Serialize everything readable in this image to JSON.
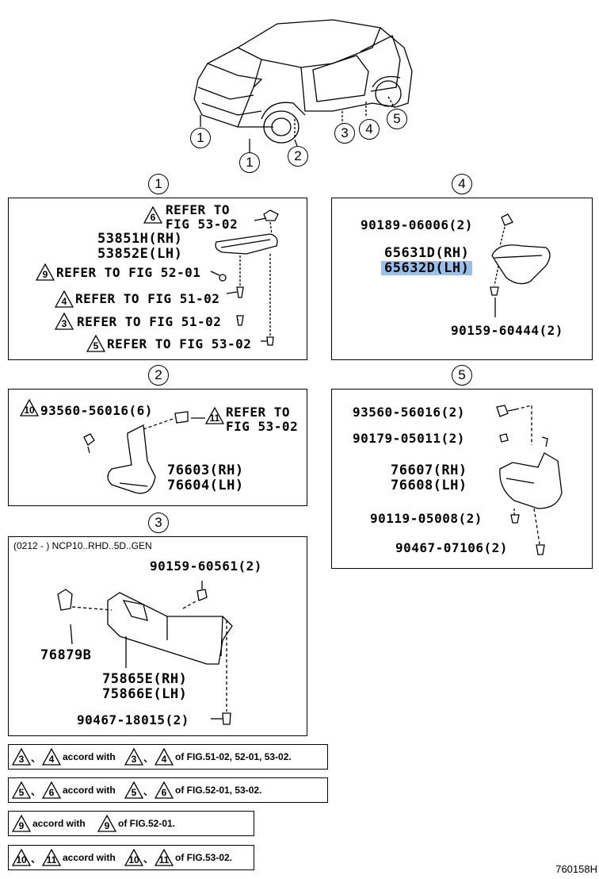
{
  "car_callouts": [
    "1",
    "1",
    "2",
    "3",
    "4",
    "5"
  ],
  "sections": {
    "s1": {
      "number": "1",
      "refer_6_line1": "REFER TO",
      "refer_6_line2": "FIG 53-02",
      "refer_6_tri": "6",
      "part_rh": "53851H(RH)",
      "part_lh": "53852E(LH)",
      "refer_9": "REFER TO FIG 52-01",
      "refer_9_tri": "9",
      "refer_4": "REFER TO FIG 51-02",
      "refer_4_tri": "4",
      "refer_3": "REFER TO FIG 51-02",
      "refer_3_tri": "3",
      "refer_5": "REFER TO FIG 53-02",
      "refer_5_tri": "5"
    },
    "s2": {
      "number": "2",
      "part_clip": "93560-56016(6)",
      "part_clip_tri": "10",
      "refer_line1": "REFER TO",
      "refer_line2": "FIG 53-02",
      "refer_tri": "11",
      "part_rh": "76603(RH)",
      "part_lh": "76604(LH)"
    },
    "s3": {
      "number": "3",
      "header": "(0212 -      ) NCP10..RHD..5D..GEN",
      "part_nut": "90159-60561(2)",
      "part_clip": "76879B",
      "part_rh": "75865E(RH)",
      "part_lh": "75866E(LH)",
      "part_screw": "90467-18015(2)"
    },
    "s4": {
      "number": "4",
      "part_top": "90189-06006(2)",
      "part_rh": "65631D(RH)",
      "part_lh": "65632D(LH)",
      "part_bottom": "90159-60444(2)"
    },
    "s5": {
      "number": "5",
      "part_a": "93560-56016(2)",
      "part_b": "90179-05011(2)",
      "part_rh": "76607(RH)",
      "part_lh": "76608(LH)",
      "part_c": "90119-05008(2)",
      "part_d": "90467-07106(2)"
    }
  },
  "notes": [
    {
      "a": "3",
      "b": "4",
      "mid": "accord with",
      "c": "3",
      "d": "4",
      "tail": "of FIG.51-02, 52-01, 53-02."
    },
    {
      "a": "5",
      "b": "6",
      "mid": "accord with",
      "c": "5",
      "d": "6",
      "tail": "of FIG.52-01, 53-02."
    },
    {
      "a": "9",
      "mid": "accord with",
      "c": "9",
      "tail": "of FIG.52-01."
    },
    {
      "a": "10",
      "b": "11",
      "mid": "accord with",
      "c": "10",
      "d": "11",
      "tail": "of FIG.53-02."
    }
  ],
  "separator": "、",
  "figure_code": "760158H",
  "highlight_color": "#5b9bd5"
}
